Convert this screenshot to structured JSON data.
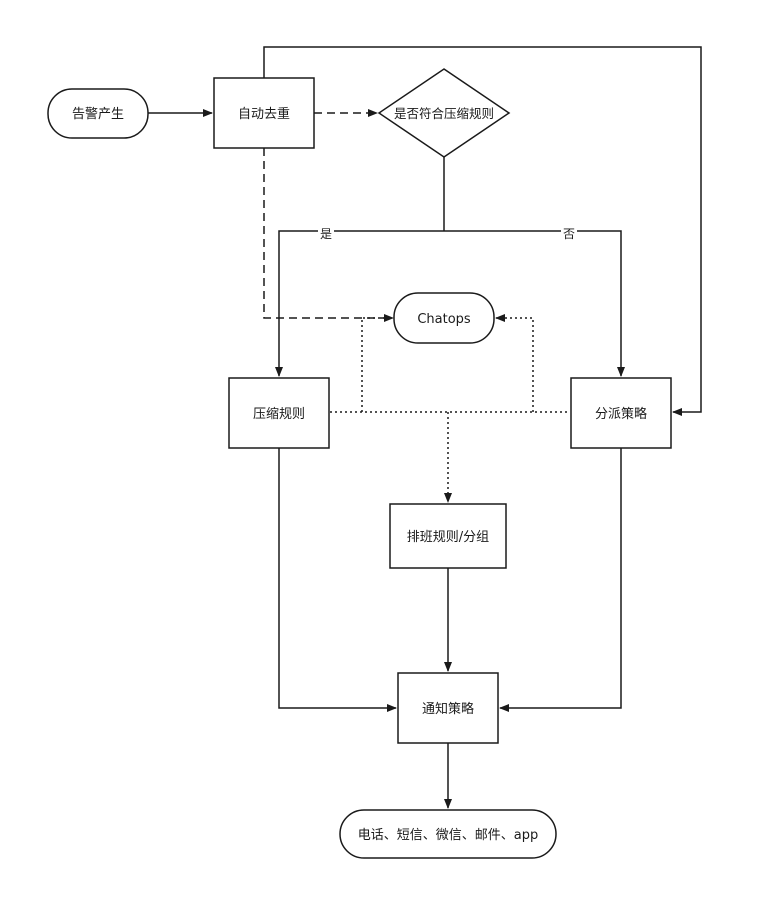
{
  "nodes": {
    "alarm_generated": "告警产生",
    "auto_dedup": "自动去重",
    "compress_check": "是否符合压缩规则",
    "chatops": "Chatops",
    "compress_rule": "压缩规则",
    "dispatch_policy": "分派策略",
    "schedule_group": "排班规则/分组",
    "notify_policy": "通知策略",
    "channels": "电话、短信、微信、邮件、app"
  },
  "edge_labels": {
    "yes": "是",
    "no": "否"
  },
  "colors": {
    "stroke": "#1a1a1a",
    "fill": "#ffffff",
    "background": "#ffffff"
  }
}
